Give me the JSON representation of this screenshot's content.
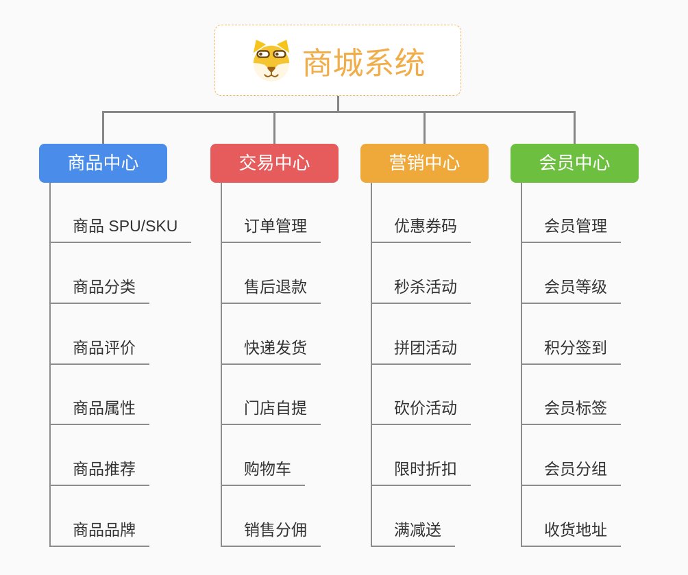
{
  "root": {
    "title": "商城系统",
    "title_color": "#f0ad4a",
    "border_color": "#f3b965",
    "icon": "shiba-dog-icon"
  },
  "branches": [
    {
      "label": "商品中心",
      "color": "#4a8ce9",
      "items": [
        "商品 SPU/SKU",
        "商品分类",
        "商品评价",
        "商品属性",
        "商品推荐",
        "商品品牌"
      ]
    },
    {
      "label": "交易中心",
      "color": "#e65c5c",
      "items": [
        "订单管理",
        "售后退款",
        "快递发货",
        "门店自提",
        "购物车",
        "销售分佣"
      ]
    },
    {
      "label": "营销中心",
      "color": "#efa93b",
      "items": [
        "优惠券码",
        "秒杀活动",
        "拼团活动",
        "砍价活动",
        "限时折扣",
        "满减送"
      ]
    },
    {
      "label": "会员中心",
      "color": "#6dbf40",
      "items": [
        "会员管理",
        "会员等级",
        "积分签到",
        "会员标签",
        "会员分组",
        "收货地址"
      ]
    }
  ],
  "colors": {
    "background": "#fafafa",
    "connector": "#868686",
    "leaf_underline": "#8c8c8c",
    "leaf_text": "#333333",
    "header_text": "#ffffff"
  }
}
